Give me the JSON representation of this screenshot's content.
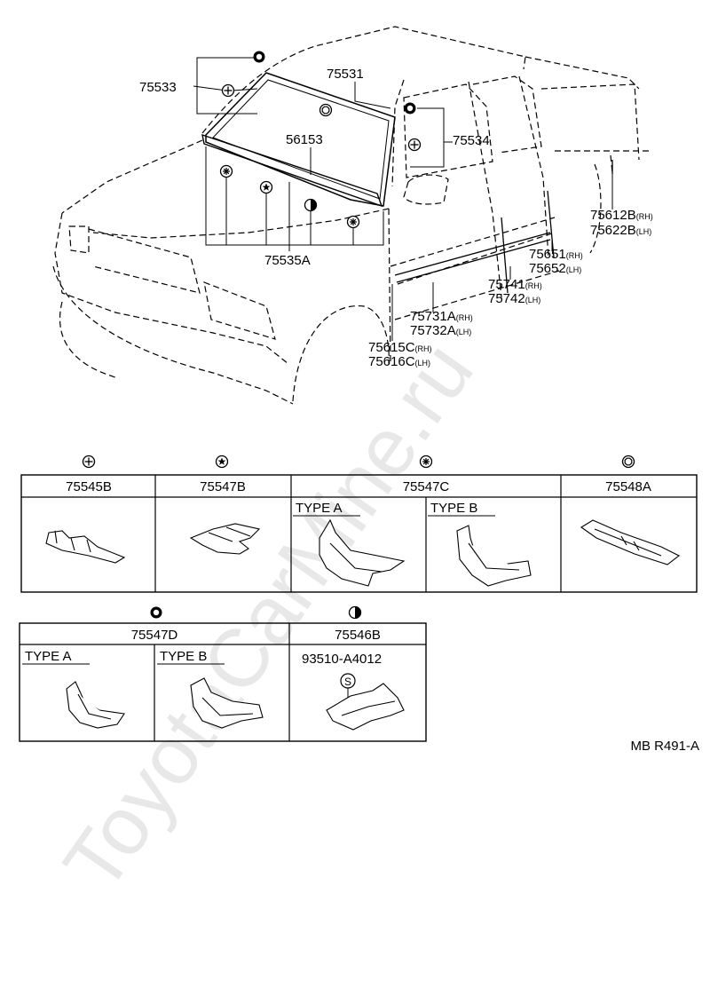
{
  "watermark": "ToyotaCarMine.ru",
  "drawing_code": "MB R491-A",
  "callouts": {
    "p75533": "75533",
    "p75531": "75531",
    "p56153": "56153",
    "p75534": "75534",
    "p75535a": "75535A",
    "p75612b": "75612B",
    "p75612b_sfx": "(RH)",
    "p75622b": "75622B",
    "p75622b_sfx": "(LH)",
    "p75651": "75651",
    "p75651_sfx": "(RH)",
    "p75652": "75652",
    "p75652_sfx": "(LH)",
    "p75741": "75741",
    "p75741_sfx": "(RH)",
    "p75742": "75742",
    "p75742_sfx": "(LH)",
    "p75731a": "75731A",
    "p75731a_sfx": "(RH)",
    "p75732a": "75732A",
    "p75732a_sfx": "(LH)",
    "p75615c": "75615C",
    "p75615c_sfx": "(RH)",
    "p75616c": "75616C",
    "p75616c_sfx": "(LH)"
  },
  "clip_table_1": {
    "headers": [
      "75545B",
      "75547B",
      "75547C",
      "75548A"
    ],
    "type_a": "TYPE A",
    "type_b": "TYPE B"
  },
  "clip_table_2": {
    "headers": [
      "75547D",
      "75546B"
    ],
    "type_a": "TYPE A",
    "type_b": "TYPE B",
    "screw_part": "93510-A4012",
    "screw_symbol": "S"
  }
}
